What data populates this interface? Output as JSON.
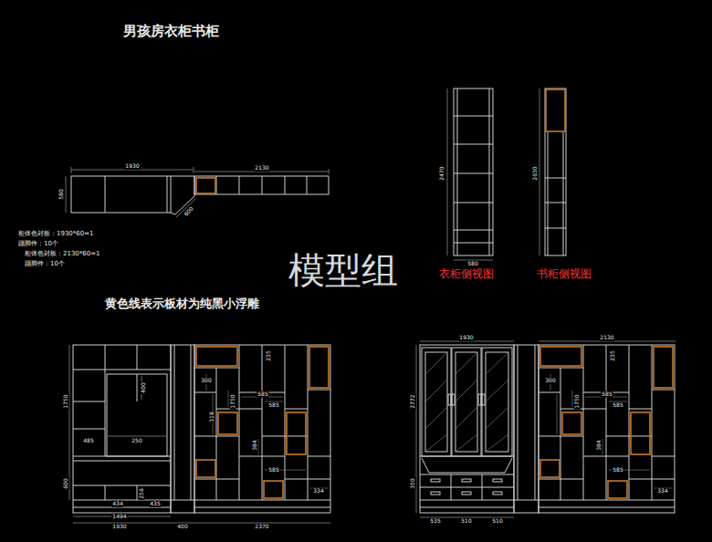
{
  "diagram": {
    "title": "男孩房衣柜书柜",
    "labels": [
      "柜体色封板：1930*60=1",
      "踢脚件：10个",
      "柜体色封板：2130*60=1",
      "踢脚件：10个",
      "1930",
      "2130",
      "580",
      "600",
      "2470",
      "580",
      "2630",
      "衣柜侧视图",
      "书柜侧视图",
      "模型组",
      "黄色线表示板材为纯黑小浮雕",
      "1750",
      "600",
      "1494",
      "1930",
      "400",
      "2370",
      "400",
      "250",
      "485",
      "256",
      "434",
      "435",
      "300",
      "318",
      "1750",
      "585",
      "585",
      "384",
      "585",
      "334",
      "235",
      "1930",
      "2130",
      "2772",
      "350",
      "535",
      "510",
      "510",
      "300",
      "1750",
      "585",
      "585",
      "384",
      "585",
      "334",
      "235"
    ]
  }
}
